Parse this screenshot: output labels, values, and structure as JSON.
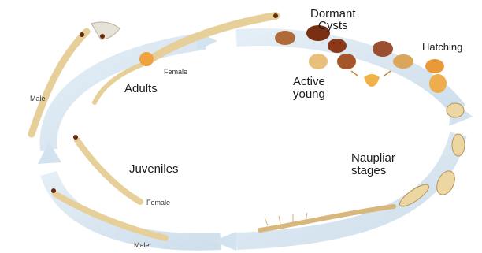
{
  "labels": {
    "dormant": "Dormant\nCysts",
    "hatching": "Hatching",
    "active": "Active\nyoung",
    "adults": "Adults",
    "juveniles": "Juveniles",
    "naupliar": "Naupliar\nstages",
    "female_top": "Female",
    "male_top": "Male",
    "female_bottom": "Female",
    "male_bottom": "Male"
  },
  "colors": {
    "cycle_arrow": "#dbe8f2",
    "cycle_edge": "#c3d6e6",
    "body": "#e9d3a0",
    "body_dark": "#c8a86a",
    "cyst_dark": "#7a2f12",
    "cyst_mid": "#a4552a",
    "cyst_light": "#e8c07c",
    "egg_sac": "#f2a640"
  }
}
